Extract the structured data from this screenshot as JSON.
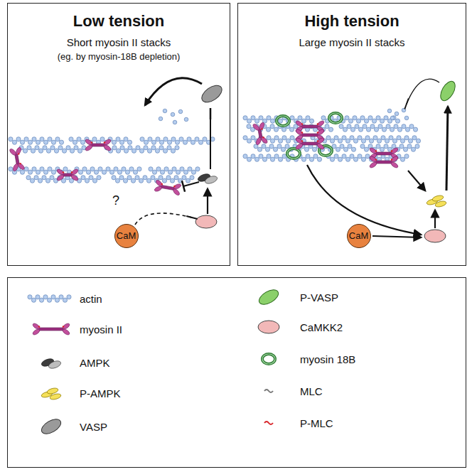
{
  "diagram": {
    "nodes": [
      {
        "text": [
          "Low tension",
          "Short myosin II stacks",
          "(eg. by myosin-18B depletion)"
        ]
      },
      {
        "text": [
          "CaM"
        ],
        "in": 0
      },
      {
        "text": [
          "High tension",
          "Large myosin II stacks"
        ]
      },
      {
        "text": [
          "CaM"
        ],
        "in": 2
      }
    ],
    "labels": [
      "?"
    ],
    "legend": [
      {
        "text": "actin"
      },
      {
        "text": "myosin II"
      },
      {
        "text": "AMPK"
      },
      {
        "text": "P-AMPK"
      },
      {
        "text": "VASP"
      },
      {
        "text": "P-VASP"
      },
      {
        "text": "CaMKK2"
      },
      {
        "text": "myosin 18B"
      },
      {
        "text": "MLC"
      },
      {
        "text": "P-MLC"
      }
    ]
  }
}
